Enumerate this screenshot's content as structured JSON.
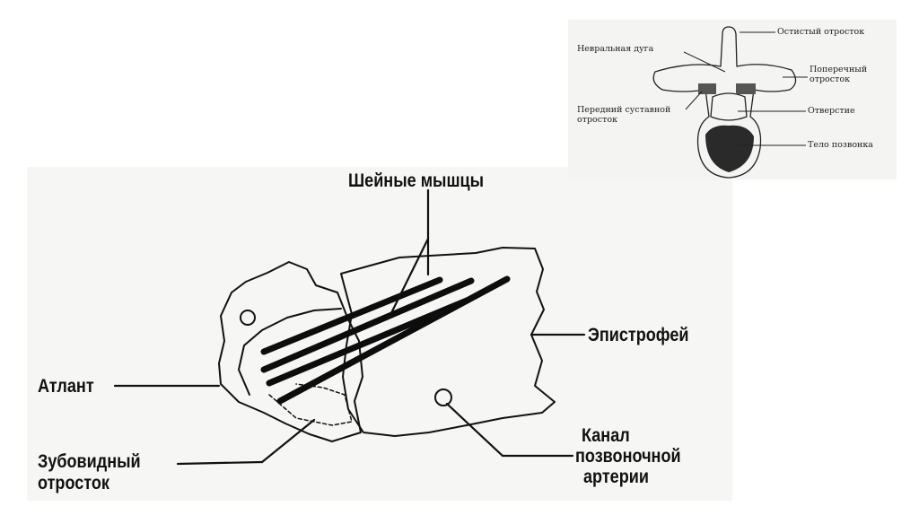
{
  "main_diagram": {
    "labels": {
      "neck_muscles": "Шейные мышцы",
      "epistropheus": "Эпистрофей",
      "atlas": "Атлант",
      "dens_line1": "Зубовидный",
      "dens_line2": "отросток",
      "canal_line1": "Канал",
      "canal_line2": "позвоночной",
      "canal_line3": "артерии"
    }
  },
  "inset_diagram": {
    "labels": {
      "spinous_process": "Остистый отросток",
      "neural_arch": "Невральная дуга",
      "transverse_line1": "Поперечный",
      "transverse_line2": "отросток",
      "articular_line1": "Передний суставной",
      "articular_line2": "отросток",
      "foramen": "Отверстие",
      "vertebral_body": "Тело позвонка"
    }
  }
}
